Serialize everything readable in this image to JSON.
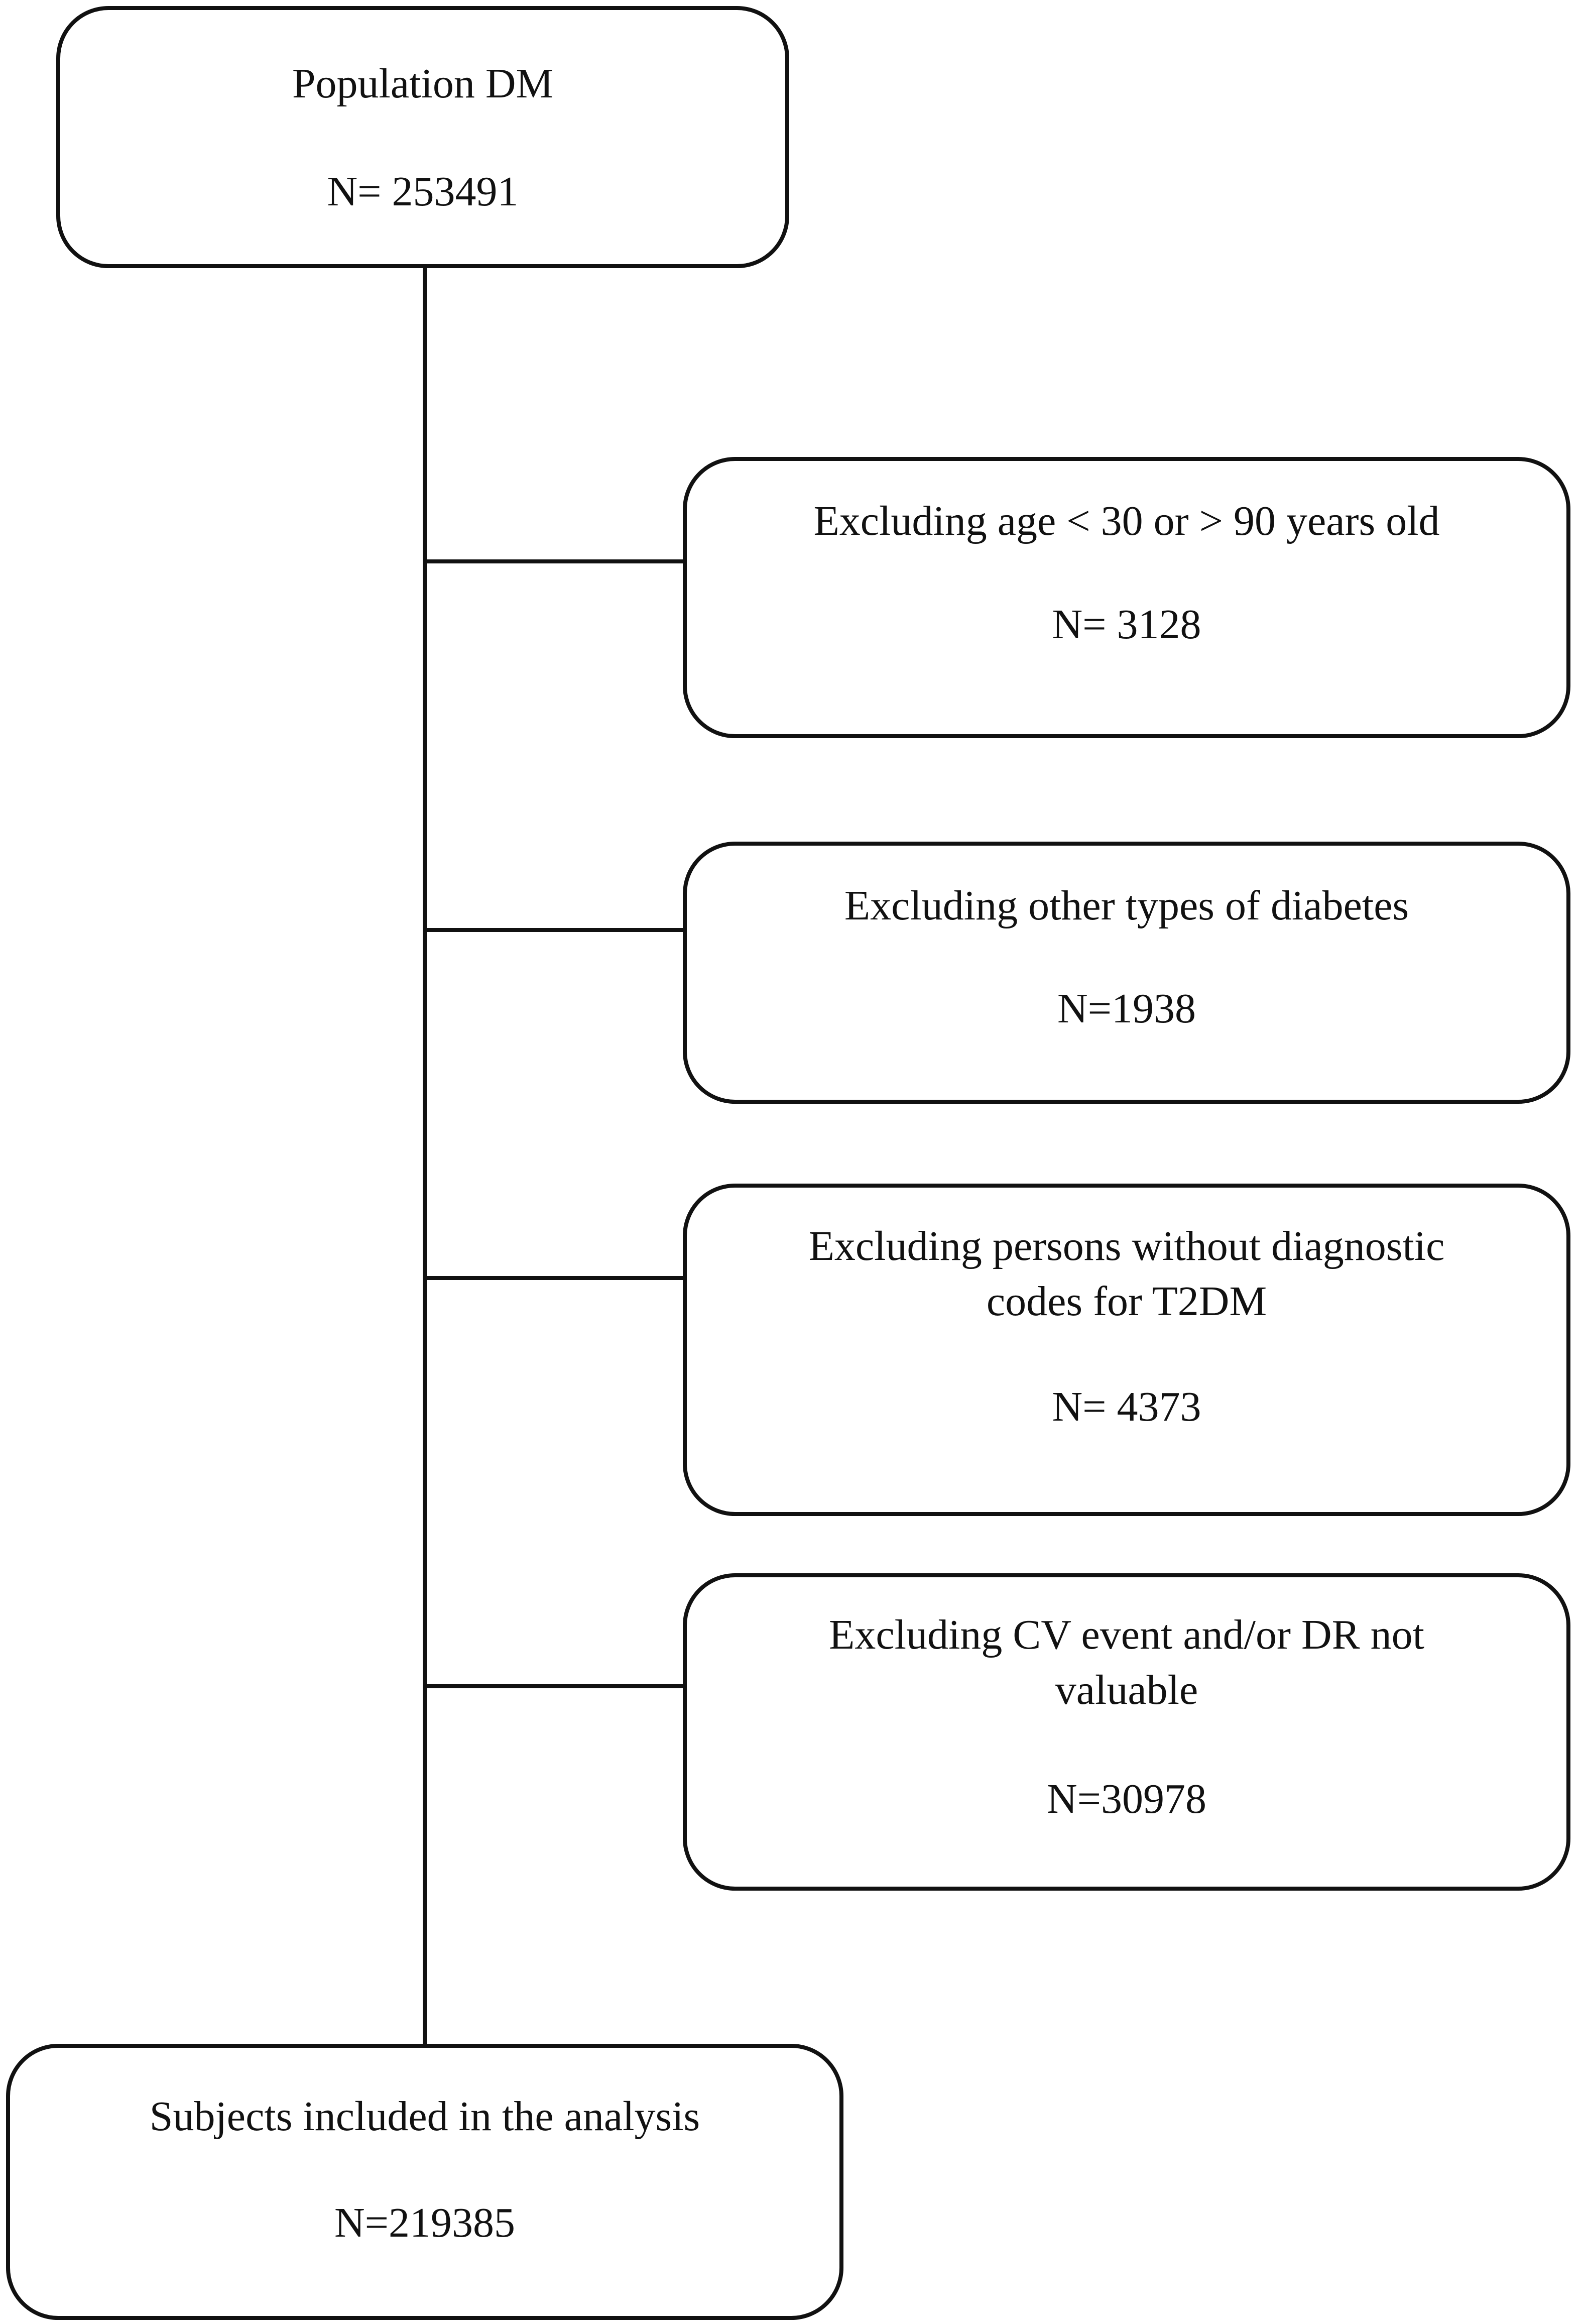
{
  "flowchart": {
    "population": {
      "label": "Population DM",
      "count": "N= 253491"
    },
    "exclusions": [
      {
        "label": "Excluding age < 30 or > 90 years old",
        "count": "N= 3128"
      },
      {
        "label": "Excluding other types of diabetes",
        "count": "N=1938"
      },
      {
        "label": "Excluding persons without diagnostic codes for T2DM",
        "count": "N= 4373"
      },
      {
        "label": "Excluding CV event and/or DR not valuable",
        "count": "N=30978"
      }
    ],
    "included": {
      "label": "Subjects included in the analysis",
      "count": "N=219385"
    }
  },
  "colors": {
    "stroke": "#111111",
    "background": "#ffffff"
  }
}
